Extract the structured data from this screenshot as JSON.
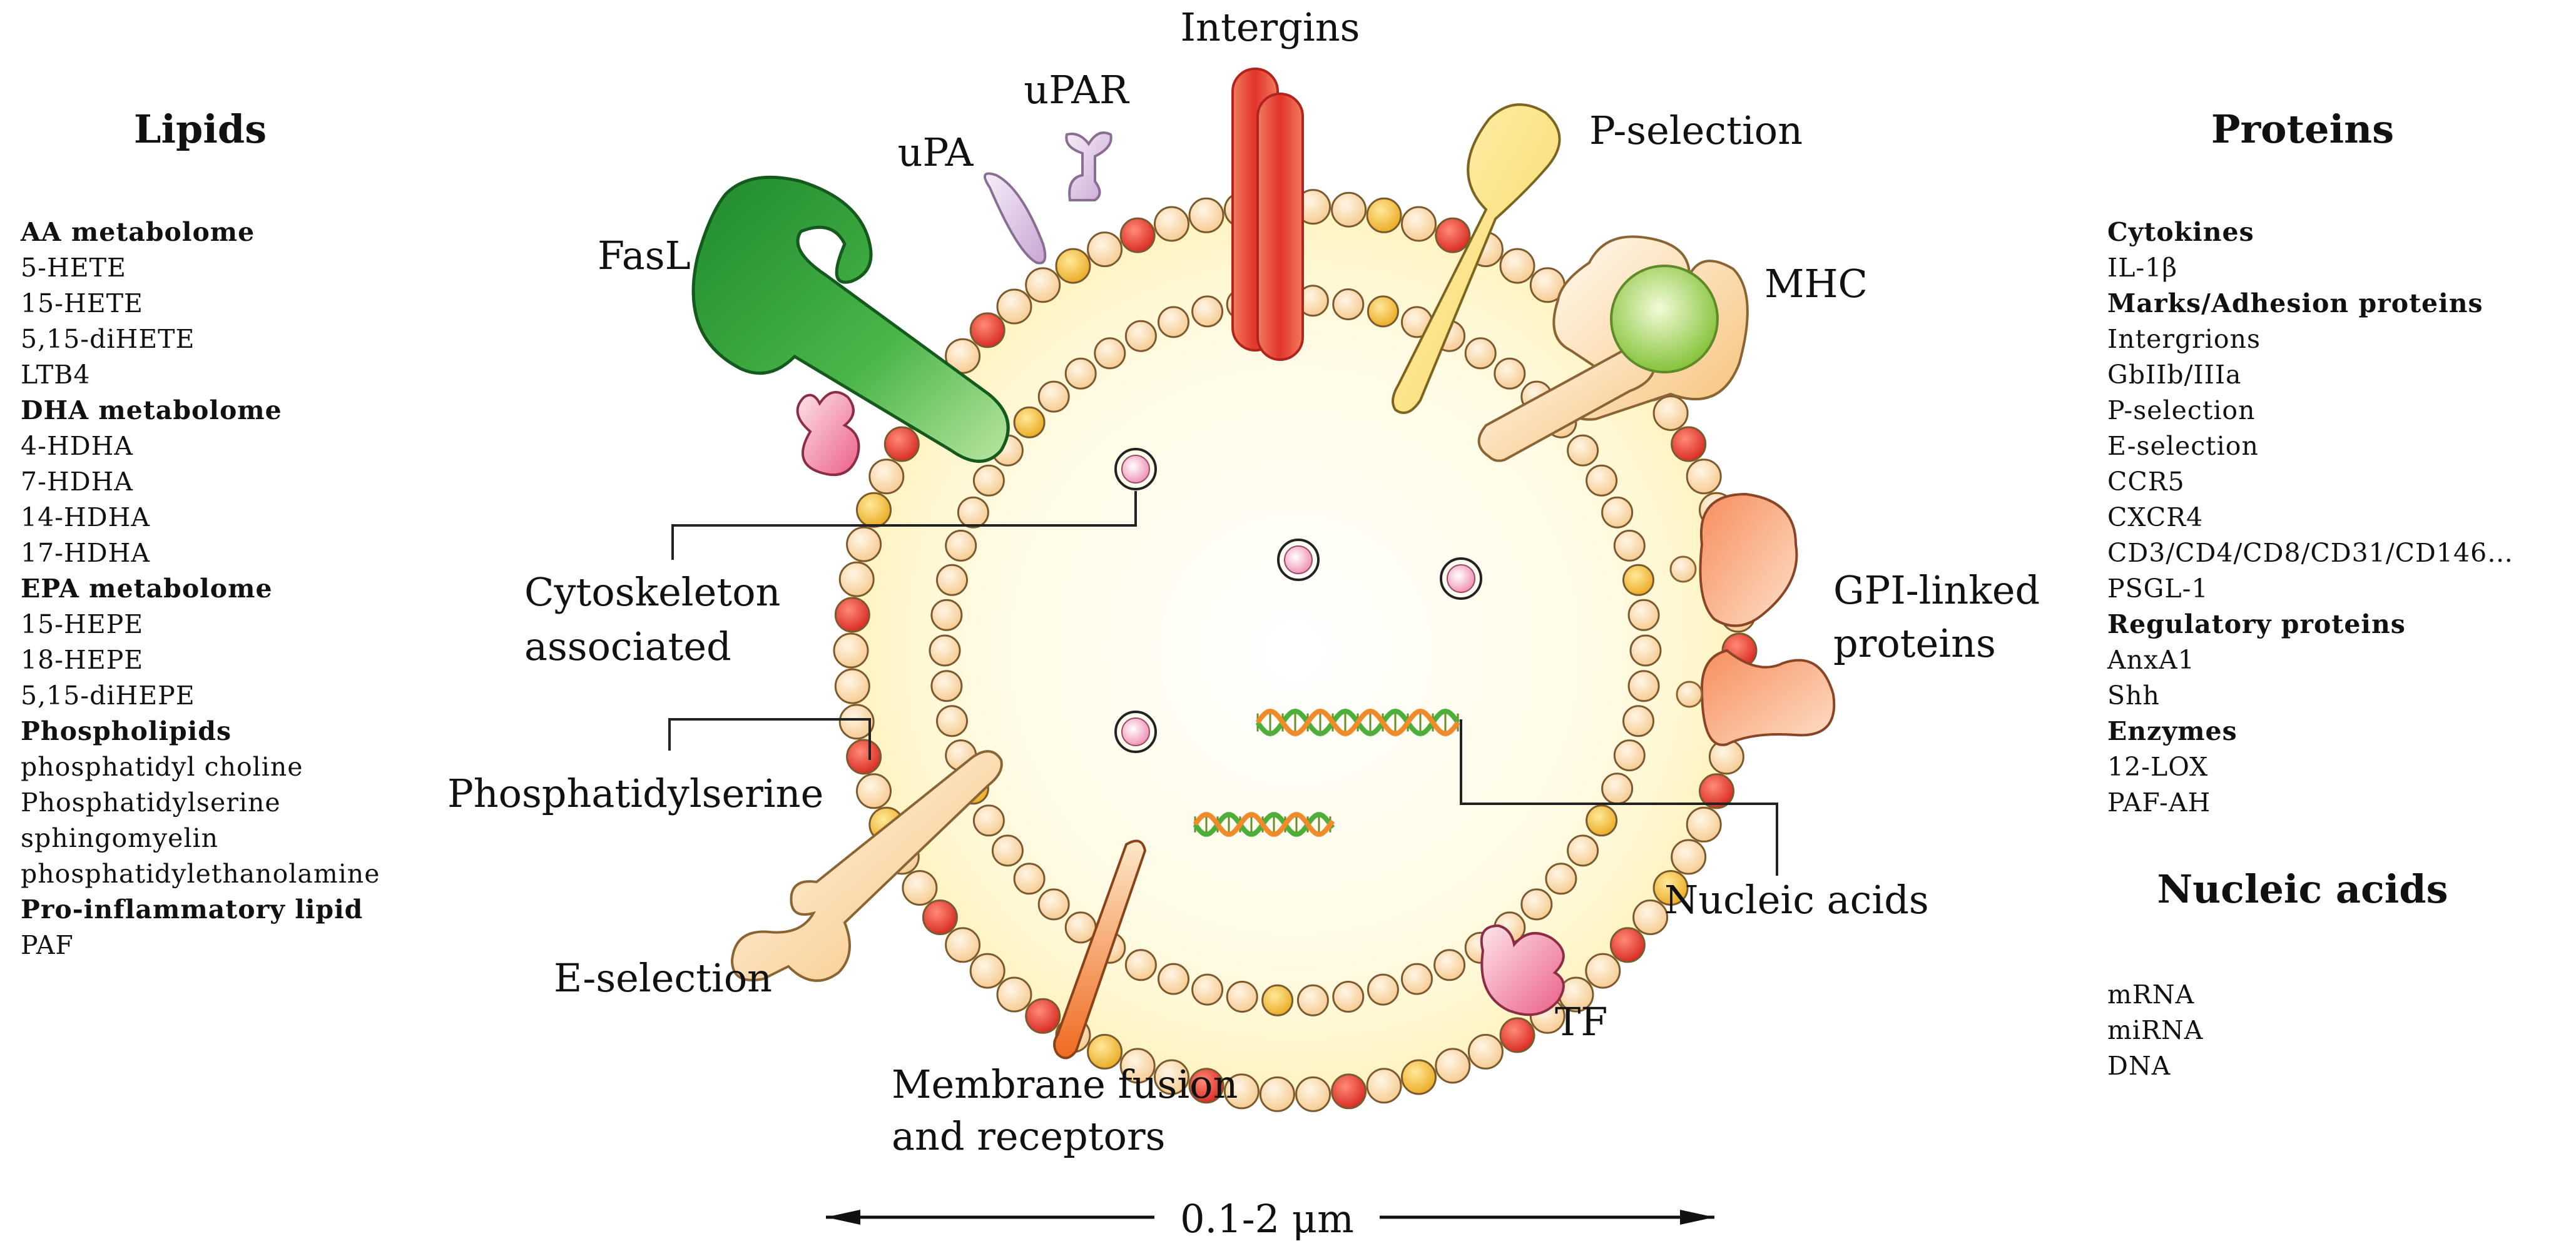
{
  "lipids": {
    "title": "Lipids",
    "items": [
      {
        "text": "AA metabolome",
        "header": true
      },
      {
        "text": "5-HETE"
      },
      {
        "text": "15-HETE"
      },
      {
        "text": "5,15-diHETE"
      },
      {
        "text": "LTB4"
      },
      {
        "text": "DHA metabolome",
        "header": true
      },
      {
        "text": "4-HDHA"
      },
      {
        "text": "7-HDHA"
      },
      {
        "text": "14-HDHA"
      },
      {
        "text": "17-HDHA"
      },
      {
        "text": "EPA metabolome",
        "header": true
      },
      {
        "text": "15-HEPE"
      },
      {
        "text": "18-HEPE"
      },
      {
        "text": "5,15-diHEPE"
      },
      {
        "text": "Phospholipids",
        "header": true
      },
      {
        "text": "phosphatidyl choline"
      },
      {
        "text": "Phosphatidylserine"
      },
      {
        "text": "sphingomyelin"
      },
      {
        "text": "phosphatidylethanolamine"
      },
      {
        "text": "Pro-inflammatory lipid",
        "header": true
      },
      {
        "text": "PAF"
      }
    ]
  },
  "proteins": {
    "title": "Proteins",
    "items": [
      {
        "text": "Cytokines",
        "header": true
      },
      {
        "text": "IL-1β"
      },
      {
        "text": "Marks/Adhesion proteins",
        "header": true
      },
      {
        "text": "Intergrions"
      },
      {
        "text": "GbIIb/IIIa"
      },
      {
        "text": "P-selection"
      },
      {
        "text": "E-selection"
      },
      {
        "text": "CCR5"
      },
      {
        "text": "CXCR4"
      },
      {
        "text": "CD3/CD4/CD8/CD31/CD146…"
      },
      {
        "text": "PSGL-1"
      },
      {
        "text": "Regulatory proteins",
        "header": true
      },
      {
        "text": "AnxA1"
      },
      {
        "text": "Shh"
      },
      {
        "text": "Enzymes",
        "header": true
      },
      {
        "text": "12-LOX"
      },
      {
        "text": "PAF-AH"
      }
    ]
  },
  "nucleic_acids": {
    "title": "Nucleic acids",
    "items": [
      "mRNA",
      "miRNA",
      "DNA"
    ]
  },
  "labels": {
    "intergins": "Intergins",
    "upar": "uPAR",
    "upa": "uPA",
    "p_selection": "P-selection",
    "fasl": "FasL",
    "mhc": "MHC",
    "gpi_line1": "GPI-linked",
    "gpi_line2": "proteins",
    "cytoskeleton_line1": "Cytoskeleton",
    "cytoskeleton_line2": "associated",
    "phosphatidylserine": "Phosphatidylserine",
    "nucleic_acids": "Nucleic acids",
    "e_selection": "E-selection",
    "tf": "TF",
    "membrane_line1": "Membrane fusion",
    "membrane_line2": "and receptors",
    "scale": "0.1-2 μm"
  },
  "colors": {
    "bead": "#fbdcb3",
    "bead_red": "#e8413c",
    "bead_yellow": "#f3c43e",
    "vesicle_fill": "#fffbe0",
    "fasl_green": "#2f9e3d",
    "integrin_red": "#e8453c",
    "upa_lilac": "#d9c2e0",
    "p_selection_yellow": "#fbe48a",
    "mhc_orange": "#fbd6a0",
    "mhc_green": "#b9de6a",
    "gpi_orange": "#f5a677",
    "tf_pink": "#f18aa4",
    "membrane_orange": "#f39c55",
    "dna_green": "#4caf3a",
    "dna_orange": "#f08a2a"
  }
}
